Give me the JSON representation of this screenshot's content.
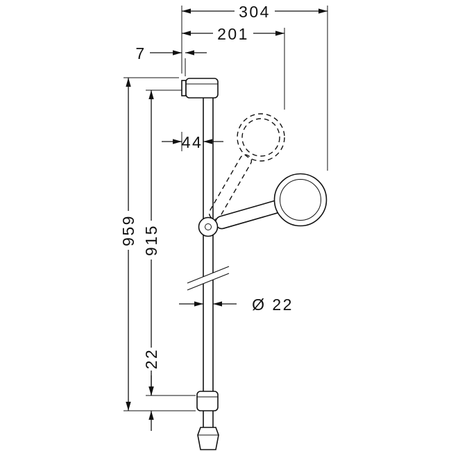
{
  "drawing": {
    "dims": {
      "total_depth": "304",
      "raised_depth": "201",
      "plate_thickness": "7",
      "bar_offset": "44",
      "total_height": "959",
      "bar_length": "915",
      "bar_diameter": "Ø 22",
      "bottom_offset": "22"
    },
    "colors": {
      "ink": "#111111",
      "background": "#ffffff"
    }
  }
}
